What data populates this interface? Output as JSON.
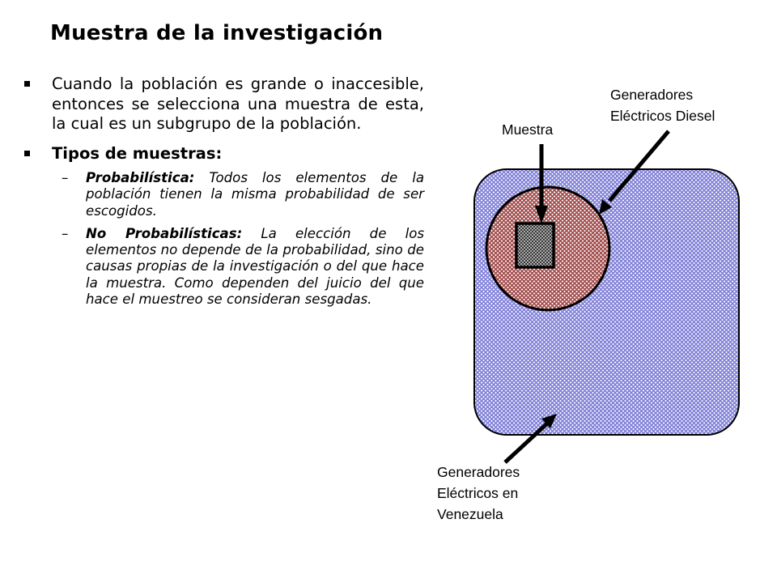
{
  "slide": {
    "title": "Muestra de la investigación",
    "bullets": [
      {
        "text": "Cuando la población es grande o inaccesible, entonces se selecciona una muestra de esta, la cual es un subgrupo de la población."
      },
      {
        "text": "Tipos de muestras:",
        "subitems": [
          {
            "term": "Probabilística:",
            "text": " Todos los elementos de la población tienen la misma probabilidad de ser escogidos."
          },
          {
            "term": "No Probabilísticas:",
            "text": " La elección de los elementos no depende de la probabilidad, sino de causas propias de la investigación o del que hace la muestra. Como dependen del juicio del que hace el muestreo se consideran sesgadas."
          }
        ]
      }
    ]
  },
  "diagram": {
    "labels": {
      "muestra": "Muestra",
      "diesel_line1": "Generadores",
      "diesel_line2": "Eléctricos Diesel",
      "venezuela_line1": "Generadores",
      "venezuela_line2": "Eléctricos en",
      "venezuela_line3": "Venezuela"
    },
    "colors": {
      "population_fill": "#8c8cde",
      "subset_fill": "#a85050",
      "sample_fill": "#555555",
      "outline": "#000000"
    }
  }
}
